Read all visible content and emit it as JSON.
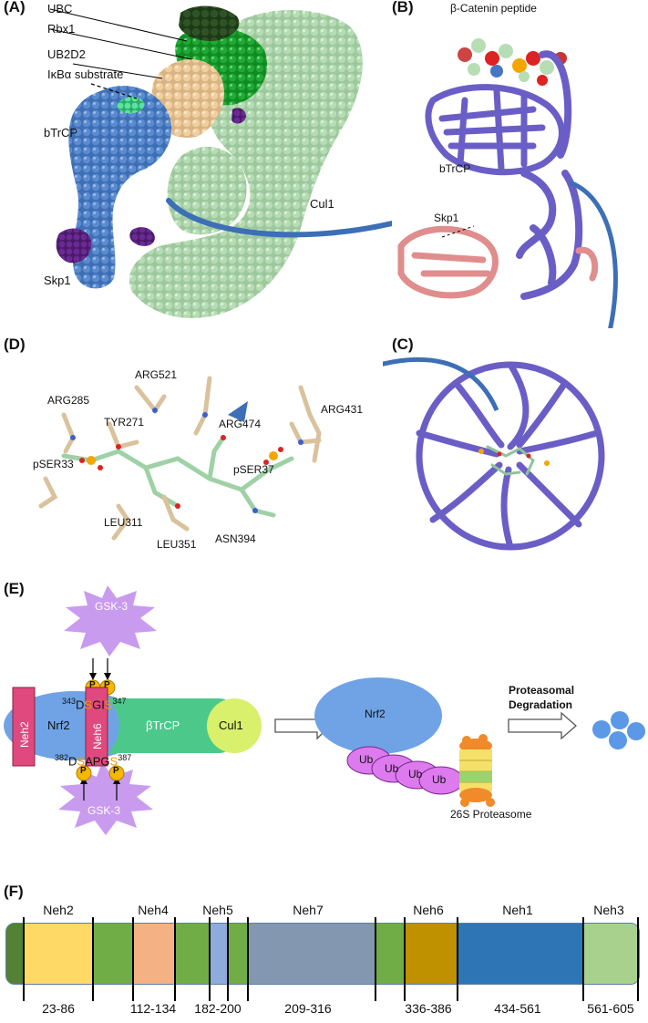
{
  "panels": {
    "a": "(A)",
    "b": "(B)",
    "c": "(C)",
    "d": "(D)",
    "e": "(E)",
    "f": "(F)"
  },
  "panel_a": {
    "ubc": "UBC",
    "rbx1": "Rbx1",
    "ub2d2": "UB2D2",
    "ikba": "IκBα substrate",
    "btrcp": "bTrCP",
    "cul1": "Cul1",
    "skp1": "Skp1"
  },
  "panel_b": {
    "peptide": "β-Catenin peptide",
    "btrcp": "bTrCP",
    "skp1": "Skp1"
  },
  "panel_d": {
    "arg521": "ARG521",
    "arg285": "ARG285",
    "tyr271": "TYR271",
    "arg474": "ARG474",
    "arg431": "ARG431",
    "pser33": "pSER33",
    "pser37": "pSER37",
    "leu311": "LEU311",
    "leu351": "LEU351",
    "asn394": "ASN394"
  },
  "panel_e": {
    "gsk_top": "GSK-3",
    "gsk_bottom": "GSK-3",
    "p": "P",
    "motif_top_start": "343",
    "motif_top_d": "D",
    "motif_top_s1": "S",
    "motif_top_gi": "GI",
    "motif_top_s2": "S",
    "motif_top_end": "347",
    "motif_bot_start": "382",
    "motif_bot_d": "D",
    "motif_bot_s1": "S",
    "motif_bot_apg": "APG",
    "motif_bot_s2": "S",
    "motif_bot_end": "387",
    "neh2": "Neh2",
    "nrf2": "Nrf2",
    "neh6": "Neh6",
    "btrcp": "βTrCP",
    "cul1": "Cul1",
    "nrf2_right": "Nrf2",
    "ub": "Ub",
    "proteasome": "26S Proteasome",
    "degradation_1": "Proteasomal",
    "degradation_2": "Degradation"
  },
  "panel_f": {
    "domains": [
      {
        "name": "Neh2",
        "range": "23-86",
        "color": "#ffd966"
      },
      {
        "name": "Neh4",
        "range": "112-134",
        "color": "#f4b183"
      },
      {
        "name": "Neh5",
        "range": "182-200",
        "color": "#8faadc"
      },
      {
        "name": "Neh7",
        "range": "209-316",
        "color": "#8497b0"
      },
      {
        "name": "Neh6",
        "range": "336-386",
        "color": "#bf9000"
      },
      {
        "name": "Neh1",
        "range": "434-561",
        "color": "#2e75b6"
      },
      {
        "name": "Neh3",
        "range": "561-605",
        "color": "#a9d18e"
      }
    ],
    "linker_color": "#70ad47"
  }
}
